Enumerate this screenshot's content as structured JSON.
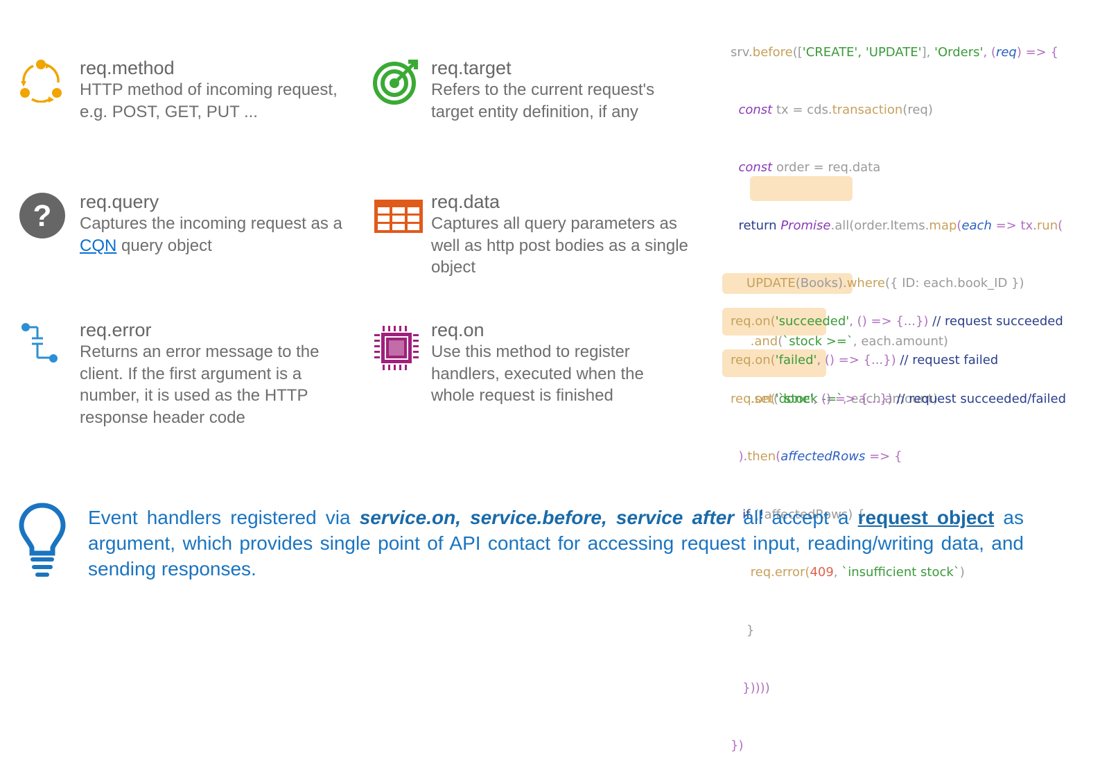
{
  "items": {
    "method": {
      "title": "req.method",
      "desc": "HTTP method of incoming request, e.g. POST, GET, PUT ..."
    },
    "target": {
      "title": "req.target",
      "desc": "Refers to the current request's target entity definition, if any"
    },
    "query": {
      "title": "req.query",
      "desc_before": "Captures the incoming request as a ",
      "desc_link": "CQN",
      "desc_after": " query object"
    },
    "data": {
      "title": "req.data",
      "desc": "Captures all query parameters as well as http post bodies as a single object"
    },
    "error": {
      "title": "req.error",
      "desc": "Returns an error message to the client. If the first argument is a number, it is used as the HTTP response header code"
    },
    "on": {
      "title": "req.on",
      "desc": "Use this method to register handlers, executed when the whole request is finished"
    }
  },
  "code": {
    "l1": {
      "a": "srv.",
      "b": "before",
      "c": "([",
      "d": "'CREATE', 'UPDATE'",
      "e": "], ",
      "f": "'Orders'",
      "g": ", (",
      "h": "req",
      "i": ") => {"
    },
    "l2": {
      "a": "const",
      "b": " tx = cds.",
      "c": "transaction",
      "d": "(req)"
    },
    "l3": {
      "a": "const",
      "b": " order = req.data"
    },
    "l4": {
      "a": "return ",
      "b": "Promise",
      "c": ".all(order.Items.",
      "d": "map",
      "e": "(",
      "f": "each",
      "g": " => tx.",
      "h": "run",
      "i": "("
    },
    "l5": {
      "a": "UPDATE",
      "b": "(Books).",
      "c": "where",
      "d": "({ ID: each.book_ID })"
    },
    "l6": {
      "a": ".and",
      "b": "(",
      "c": "`stock >=`",
      "d": ", each.amount)"
    },
    "l7": {
      "a": ".set",
      "b": "(",
      "c": "`stock -=`",
      "d": ", each.amount)"
    },
    "l8": {
      "a": ").",
      "b": "then",
      "c": "(",
      "d": "affectedRows",
      "e": " => {"
    },
    "l9": {
      "a": "if",
      "b": " (",
      "c": "!",
      "d": "affectedRows) {"
    },
    "l10": {
      "a": "req.error(",
      "b": "409",
      "c": ", ",
      "d": "`insufficient stock`",
      "e": ")"
    },
    "l11": "}",
    "l12": "}))))",
    "l13": "})",
    "succeeded": {
      "a": "req.on(",
      "b": "'succeeded'",
      "c": ", () => {...}) ",
      "d": "// request succeeded"
    },
    "failed": {
      "a": "req.on(",
      "b": "'failed'",
      "c": ", () => {...}) ",
      "d": "// request failed"
    },
    "done": {
      "a": "req.on(",
      "b": "'done'",
      "c": ", () => {...}) ",
      "d": "// request succeeded/failed"
    }
  },
  "bottom": {
    "t1": "Event handlers registered via ",
    "t2": "service.on, service.before, service after",
    "t3": " all accept a ",
    "t4": "request object",
    "t5": " as argument, which provides single point of API contact for accessing request input, reading/writing data, and sending responses."
  },
  "icons": {
    "method": "cycle-arrows-icon",
    "target": "target-icon",
    "query": "question-icon",
    "data": "table-icon",
    "error": "step-connector-icon",
    "on": "chip-icon",
    "bulb": "lightbulb-icon"
  },
  "colors": {
    "method_icon": "#f0a500",
    "target_icon": "#3aaa35",
    "query_icon": "#666666",
    "data_icon": "#e05a1a",
    "error_icon": "#2b8fd6",
    "on_icon": "#a0207a",
    "bulb_icon": "#1a74c0"
  }
}
